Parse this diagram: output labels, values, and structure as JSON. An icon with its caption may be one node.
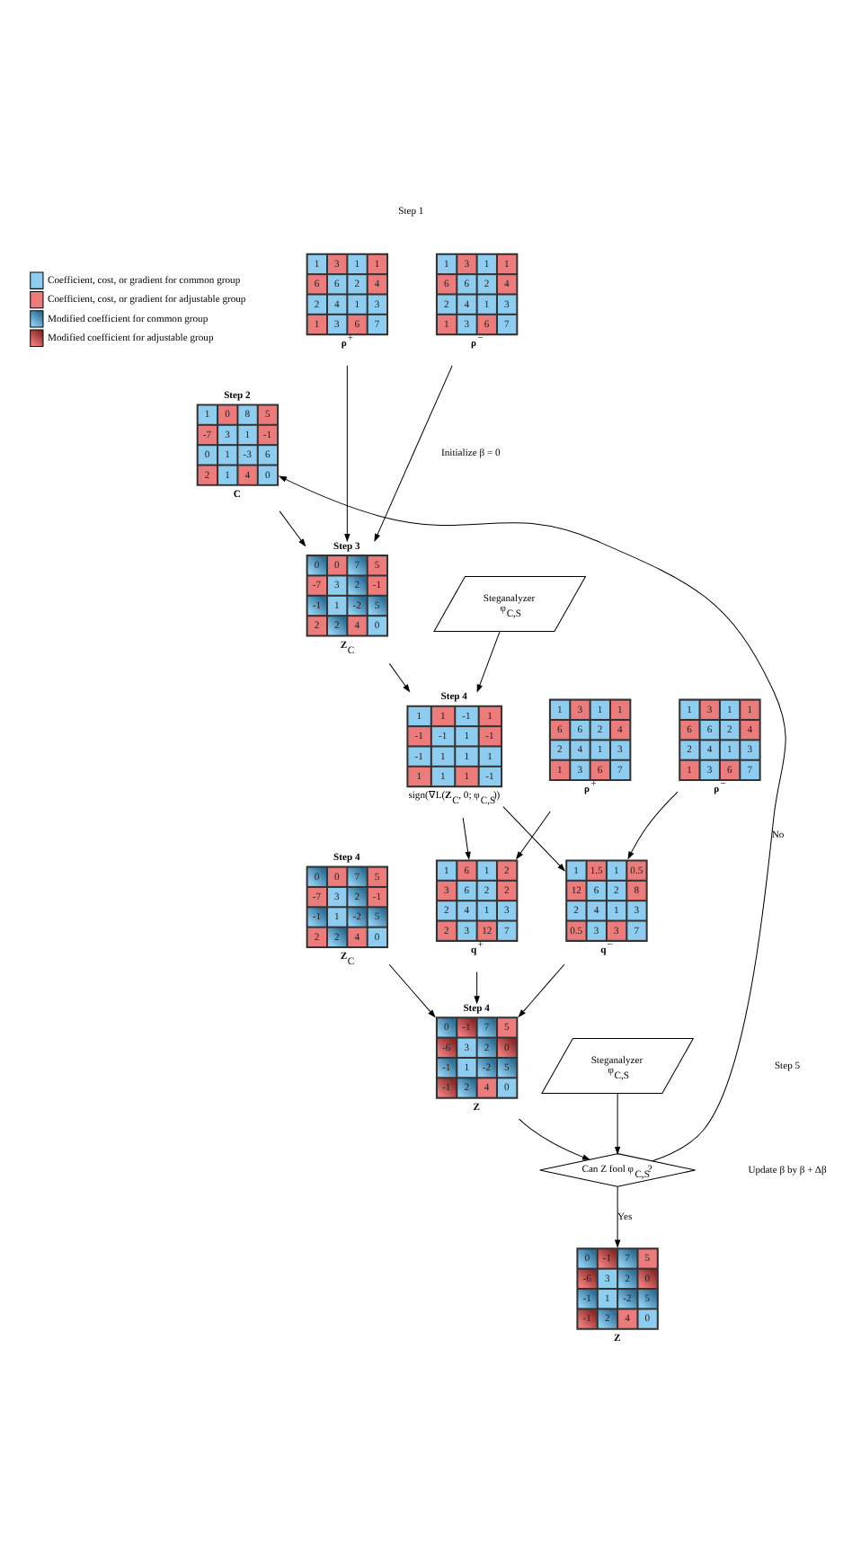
{
  "diagram": {
    "nodes": [
      {
        "text": [
          "1",
          "3",
          "1",
          "1",
          "6",
          "6",
          "2",
          "4",
          "2",
          "4",
          "1",
          "3",
          "1",
          "3",
          "6",
          "7"
        ],
        "beside": [
          "**ρ**$^{+}$"
        ]
      },
      {
        "text": [
          "1",
          "3",
          "1",
          "1",
          "6",
          "6",
          "2",
          "4",
          "2",
          "4",
          "1",
          "3",
          "1",
          "3",
          "6",
          "7"
        ],
        "beside": [
          "**ρ**$^{−}$"
        ]
      },
      {
        "text": [
          "1",
          "0",
          "8",
          "5",
          "-7",
          "3",
          "1",
          "-1",
          "0",
          "1",
          "-3",
          "6",
          "2",
          "1",
          "4",
          "0"
        ],
        "beside": [
          "Step 2",
          "**C**"
        ]
      },
      {
        "text": [
          "0",
          "0",
          "7",
          "5",
          "-7",
          "3",
          "2",
          "-1",
          "-1",
          "1",
          "-2",
          "5",
          "2",
          "2",
          "4",
          "0"
        ],
        "beside": [
          "Step 3",
          "**Z**$_{C}$"
        ]
      },
      {
        "text": [
          "Steganalyzer",
          "φ$_{C,S}$"
        ]
      },
      {
        "text": [
          "1",
          "1",
          "-1",
          "1",
          "-1",
          "-1",
          "1",
          "-1",
          "-1",
          "1",
          "1",
          "1",
          "1",
          "1",
          "1",
          "-1"
        ],
        "beside": [
          "Step 4",
          "sign(∇L(**Z**$_{C}$, 0; φ$_{C,S}$))"
        ]
      },
      {
        "text": [
          "1",
          "3",
          "1",
          "1",
          "6",
          "6",
          "2",
          "4",
          "2",
          "4",
          "1",
          "3",
          "1",
          "3",
          "6",
          "7"
        ],
        "beside": [
          "**ρ**$^{+}$"
        ]
      },
      {
        "text": [
          "1",
          "3",
          "1",
          "1",
          "6",
          "6",
          "2",
          "4",
          "2",
          "4",
          "1",
          "3",
          "1",
          "3",
          "6",
          "7"
        ],
        "beside": [
          "**ρ**$^{−}$"
        ]
      },
      {
        "text": [
          "0",
          "0",
          "7",
          "5",
          "-7",
          "3",
          "2",
          "-1",
          "-1",
          "1",
          "-2",
          "5",
          "2",
          "2",
          "4",
          "0"
        ],
        "beside": [
          "Step 4",
          "**Z**$_{C}$"
        ]
      },
      {
        "text": [
          "1",
          "6",
          "1",
          "2",
          "3",
          "6",
          "2",
          "2",
          "2",
          "4",
          "1",
          "3",
          "2",
          "3",
          "12",
          "7"
        ],
        "beside": [
          "**q**$^{+}$"
        ]
      },
      {
        "text": [
          "1",
          "1.5",
          "1",
          "0.5",
          "12",
          "6",
          "2",
          "8",
          "2",
          "4",
          "1",
          "3",
          "0.5",
          "3",
          "3",
          "7"
        ],
        "beside": [
          "**q**$^{−}$"
        ]
      },
      {
        "text": [
          "0",
          "-1",
          "7",
          "5",
          "-6",
          "3",
          "2",
          "0",
          "-1",
          "1",
          "-2",
          "5",
          "-1",
          "2",
          "4",
          "0"
        ],
        "beside": [
          "Step 4",
          "**Z**"
        ]
      },
      {
        "text": [
          "Steganalyzer",
          "φ$_{C,S}$"
        ]
      },
      {
        "text": [
          "Can Z fool φ$_{C,S}$?"
        ]
      },
      {
        "text": [
          "0",
          "-1",
          "7",
          "5",
          "-6",
          "3",
          "2",
          "0",
          "-1",
          "1",
          "-2",
          "5",
          "-1",
          "2",
          "4",
          "0"
        ],
        "beside": [
          "**Z**"
        ]
      }
    ],
    "edges": [
      {
        "from": 2,
        "to": 3,
        "arrow": "to"
      },
      {
        "from": 0,
        "to": 3,
        "arrow": "to"
      },
      {
        "from": 1,
        "to": 3,
        "arrow": "to",
        "label": "Initialize β = 0"
      },
      {
        "from": 3,
        "to": 5,
        "arrow": "to"
      },
      {
        "from": 4,
        "to": 5,
        "arrow": "to"
      },
      {
        "from": 5,
        "to": 9,
        "arrow": "to"
      },
      {
        "from": 5,
        "to": 10,
        "arrow": "to"
      },
      {
        "from": 6,
        "to": 9,
        "arrow": "to"
      },
      {
        "from": 7,
        "to": 10,
        "arrow": "to"
      },
      {
        "from": 8,
        "to": 11,
        "arrow": "to"
      },
      {
        "from": 9,
        "to": 11,
        "arrow": "to"
      },
      {
        "from": 10,
        "to": 11,
        "arrow": "to"
      },
      {
        "from": 11,
        "to": 13,
        "arrow": "to"
      },
      {
        "from": 12,
        "to": 13,
        "arrow": "to"
      },
      {
        "from": 13,
        "to": 2,
        "arrow": "to",
        "label": "No"
      },
      {
        "from": 13,
        "to": 14,
        "arrow": "to",
        "label": "Yes"
      }
    ],
    "labels": [
      "Step 1",
      "Step 5",
      "Update β by β + Δβ"
    ],
    "legend": [
      {
        "text": "Coefficient, cost, or gradient for common group",
        "color": "#8ecdf0"
      },
      {
        "text": "Coefficient, cost, or gradient for adjustable group",
        "color": "#ec7b7b"
      },
      {
        "text": "Modified coefficient for common group"
      },
      {
        "text": "Modified coefficient for adjustable group"
      }
    ]
  }
}
